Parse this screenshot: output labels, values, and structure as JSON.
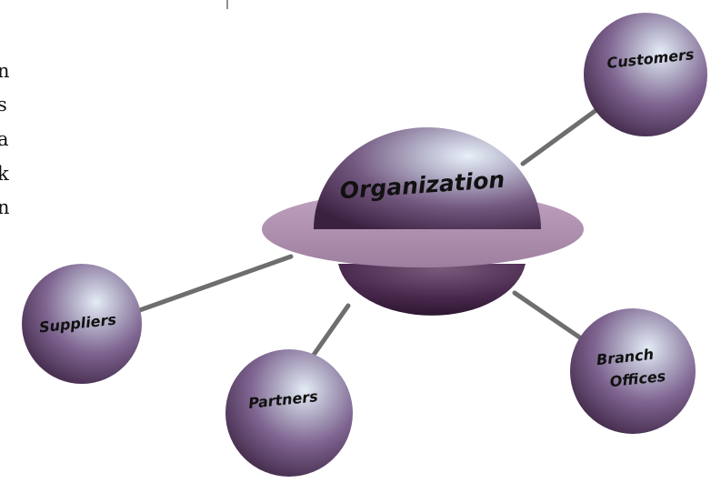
{
  "side_text_fragments": [
    "n",
    "s",
    "a",
    "k",
    "n"
  ],
  "center": {
    "label": "Organization"
  },
  "nodes": {
    "customers": {
      "label": "Customers"
    },
    "suppliers": {
      "label": "Suppliers"
    },
    "partners": {
      "label": "Partners"
    },
    "branch_offices": {
      "label_line1": "Branch",
      "label_line2": "Offices"
    }
  },
  "colors": {
    "sphere_light": "#dfe8f3",
    "sphere_mid": "#8c7a9c",
    "sphere_dark": "#3d2340",
    "ring": "#a98aa8",
    "connector": "#6b6b6b"
  }
}
